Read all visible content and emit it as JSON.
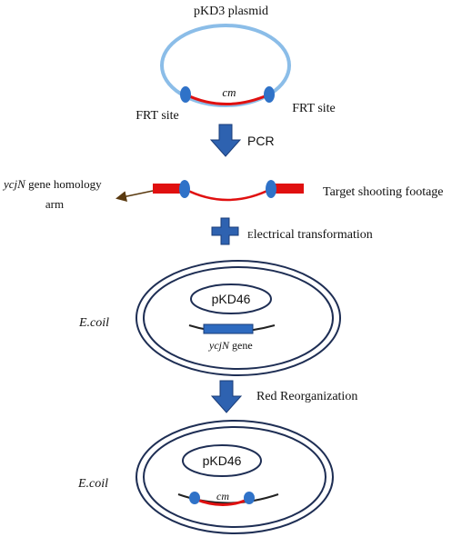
{
  "plasmid": {
    "title": "pKD3 plasmid",
    "cm_label": "cm",
    "frt_left": "FRT site",
    "frt_right": "FRT site"
  },
  "pcr_step": {
    "label": "PCR"
  },
  "pcr_product": {
    "homology_gene": "ycjN",
    "homology_line1_rest": " gene homology",
    "homology_line2": "arm",
    "target_label": "Target shooting footage"
  },
  "transformation_step": {
    "label_initial": "E",
    "label_rest": "lectrical transformation"
  },
  "cell_before": {
    "organism": "E.coil",
    "plasmid": "pKD46",
    "gene_name": "ycjN",
    "gene_suffix": " gene"
  },
  "recombination_step": {
    "label": "Red Reorganization"
  },
  "cell_after": {
    "organism": "E.coil",
    "plasmid": "pKD46",
    "cm_label": "cm"
  },
  "colors": {
    "plasmid_ring": "#8bbde8",
    "marker_red": "#e01010",
    "frt_blue": "#2f72c8",
    "arrow_blue": "#2e62b0",
    "arrow_outline": "#1a3c78",
    "gene_blue": "#2e6bc0",
    "ring_navy": "#1e2e54",
    "chromosome_dark": "#222222"
  }
}
